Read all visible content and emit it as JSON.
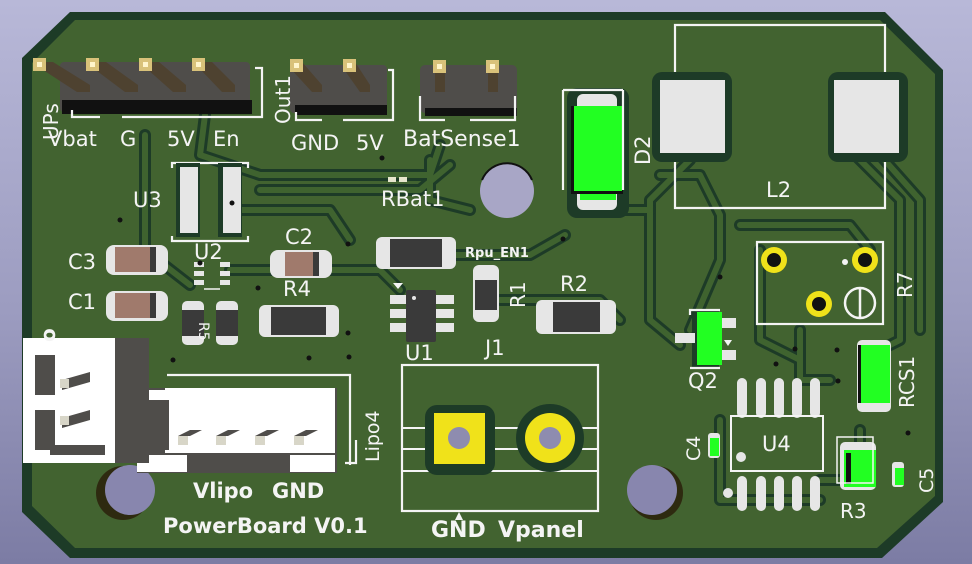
{
  "app": {
    "view": "3D PCB viewer"
  },
  "board": {
    "name": "PowerBoard V0.1",
    "colors": {
      "background_top": "#b8b8d8",
      "background_bottom": "#7c7ca4",
      "solder_mask": "#426330",
      "board_edge": "#1d3b27",
      "silkscreen": "#f4f4f4",
      "pad": "#e6e6e6",
      "gold_pad": "#f0e21a",
      "component_green": "#22ff22",
      "ceramic_cap": "#a07a6c",
      "resistor_body": "#3a3a3a",
      "header_body": "#4f4d4a",
      "header_pin": "#d9c27a"
    }
  },
  "labels": {
    "ups": "UPs",
    "vbat": "Vbat",
    "g": "G",
    "v5_a": "5V",
    "en": "En",
    "out1": "Out1",
    "gnd_a": "GND",
    "v5_b": "5V",
    "batsense1": "BatSense1",
    "rbat1": "RBat1",
    "d2": "D2",
    "l2": "L2",
    "u3": "U3",
    "u2": "U2",
    "c3": "C3",
    "c1": "C1",
    "c2": "C2",
    "r4": "R4",
    "r5": "R5",
    "rpu_en1": "Rpu_EN1",
    "r1": "R1",
    "r2": "R2",
    "u1": "U1",
    "j1": "J1",
    "r7": "R7",
    "q2": "Q2",
    "rcs1": "RCS1",
    "c4": "C4",
    "u4": "U4",
    "r3": "R3",
    "c5": "C5",
    "lipo4": "Lipo4",
    "vlipo": "Vlipo",
    "gnd_b": "GND",
    "powerboard": "PowerBoard V0.1",
    "gnd_c": "GND",
    "vpanel": "Vpanel",
    "sw_partial": "o"
  }
}
